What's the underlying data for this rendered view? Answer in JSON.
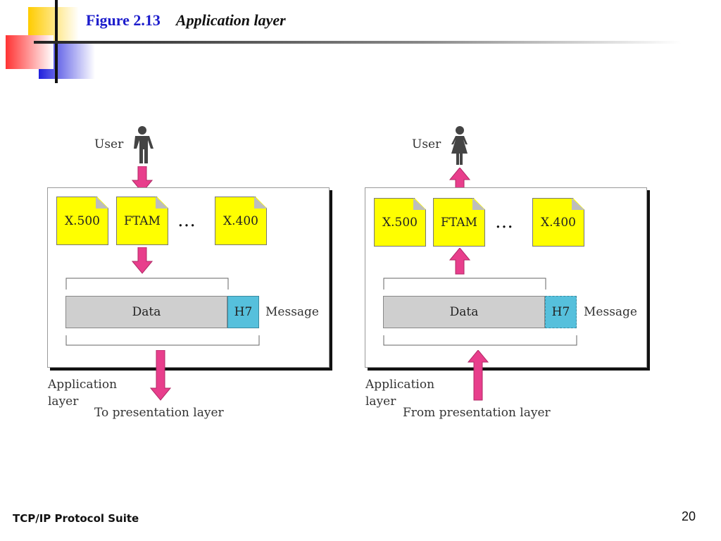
{
  "slide": {
    "figure_label": "Figure 2.13",
    "figure_title": "Application layer",
    "footer": "TCP/IP Protocol Suite",
    "page_number": "20"
  },
  "left_panel": {
    "user_label": "User",
    "docs": [
      "X.500",
      "FTAM",
      "X.400"
    ],
    "ellipsis": "…",
    "data_label": "Data",
    "header_label": "H7",
    "message_label": "Message",
    "layer_label_1": "Application",
    "layer_label_2": "layer",
    "bottom_label": "To presentation layer"
  },
  "right_panel": {
    "user_label": "User",
    "docs": [
      "X.500",
      "FTAM",
      "X.400"
    ],
    "ellipsis": "…",
    "data_label": "Data",
    "header_label": "H7",
    "message_label": "Message",
    "layer_label_1": "Application",
    "layer_label_2": "layer",
    "bottom_label": "From presentation layer"
  },
  "colors": {
    "arrow": "#e83e8c",
    "doc": "#ffff00",
    "header": "#56c0dc",
    "data": "#cfcfcf",
    "title_blue": "#1c1ccc"
  },
  "icons": [
    "man-icon",
    "woman-icon",
    "arrow-down-icon",
    "arrow-up-icon"
  ]
}
